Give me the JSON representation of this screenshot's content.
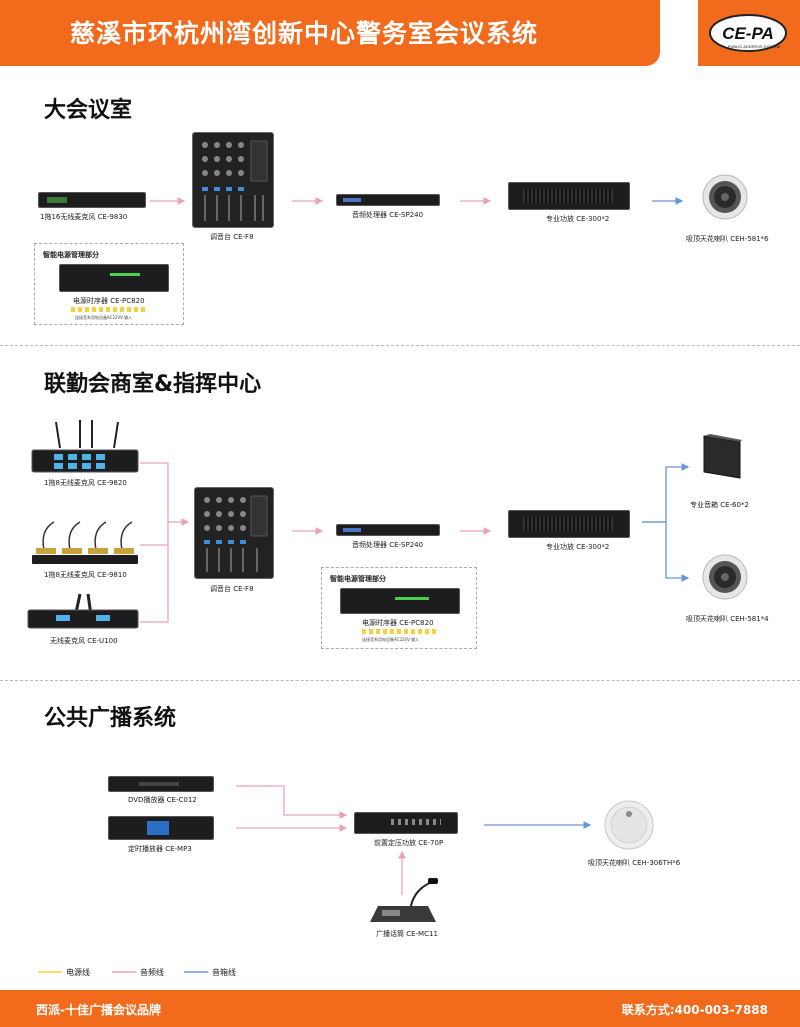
{
  "header": {
    "title": "慈溪市环杭州湾创新中心警务室会议系统",
    "logo_text": "CE-PA",
    "logo_sub": "PUBLIC ADDRESS SYSTEM"
  },
  "sections": {
    "s1": {
      "title": "大会议室",
      "mic": "1拖16无线麦克风 CE-9830",
      "mixer": "调音台 CE-F8",
      "processor": "音频处理器 CE-SP240",
      "amp": "专业功放 CE-300*2",
      "speaker": "吸顶天花喇叭  CEH-581*6",
      "power_title": "智能电源管理部分",
      "power_label": "电源时序器 CE-PC820",
      "power_note": "连接音系用电设备AC220V 输入"
    },
    "s2": {
      "title": "联勤会商室&指挥中心",
      "mic1": "1拖8无线麦克风 CE-9820",
      "mic2": "1拖8无线麦克风 CE-9810",
      "mic3": "无线麦克风 CE-U100",
      "mixer": "调音台 CE-F8",
      "processor": "音频处理器 CE-SP240",
      "amp": "专业功放 CE-300*2",
      "speaker1": "专业音箱  CE-60*2",
      "speaker2": "吸顶天花喇叭  CEH-581*4",
      "power_title": "智能电源管理部分",
      "power_label": "电源时序器 CE-PC820",
      "power_note": "连接音系用电设备AC220V 输入"
    },
    "s3": {
      "title": "公共广播系统",
      "dvd": "DVD播放器 CE-C012",
      "timer": "定时播放器 CE-MP3",
      "amp": "前置定压功放 CE-70P",
      "mic": "广播话筒 CE-MC11",
      "speaker": "吸顶天花喇叭  CEH-306TH*6"
    }
  },
  "legend": {
    "power": "电源线",
    "audio": "音频线",
    "speaker": "音箱线"
  },
  "colors": {
    "orange": "#f26b1d",
    "power_line": "#f3d13a",
    "audio_line": "#e8a3b8",
    "speaker_line": "#6b95d6"
  },
  "footer": {
    "left": "西派-十佳广播会议品牌",
    "right": "联系方式:400-003-7888"
  }
}
